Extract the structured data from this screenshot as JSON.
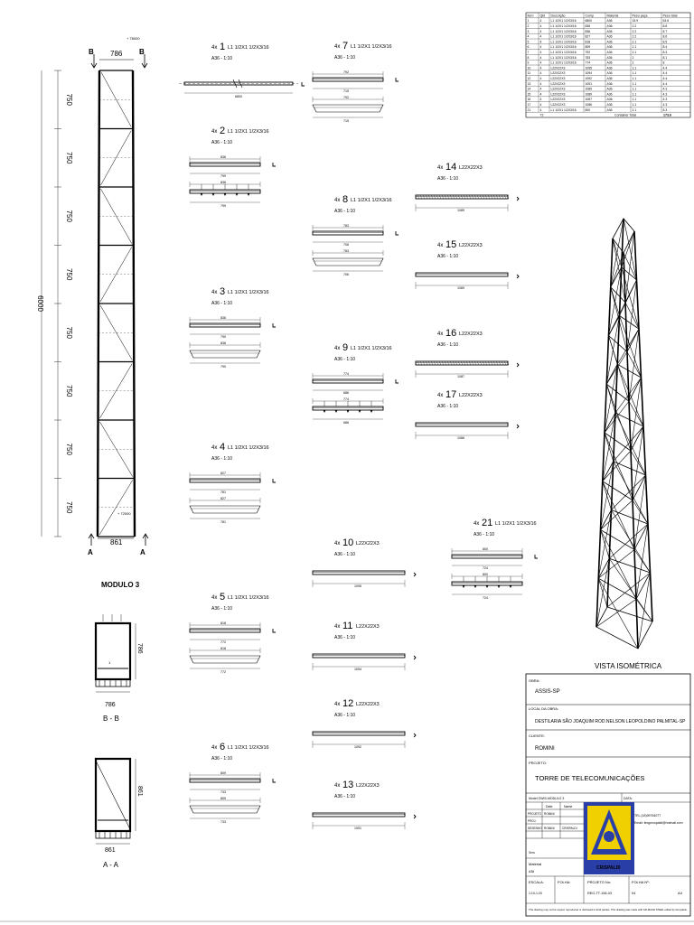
{
  "parts_table": {
    "headers": [
      "Item",
      "Qtd",
      "Descrição",
      "Comp",
      "Material",
      "Peso peça",
      "Peso total"
    ],
    "rows": [
      [
        "1",
        "4",
        "L1 1/2X1 1/2X3/16",
        "6800",
        "A36",
        "15.9",
        "63.6"
      ],
      [
        "2",
        "4",
        "L1 1/2X1 1/2X3/16",
        "836",
        "A36",
        "2.2",
        "8.8"
      ],
      [
        "3",
        "4",
        "L1 1/2X1 1/2X3/16",
        "836",
        "A36",
        "2.2",
        "8.7"
      ],
      [
        "4",
        "4",
        "L1 1/2X1 1/2X3/16",
        "827",
        "A36",
        "2.2",
        "8.6"
      ],
      [
        "5",
        "4",
        "L1 1/2X1 1/2X3/16",
        "818",
        "A36",
        "2.1",
        "8.5"
      ],
      [
        "6",
        "4",
        "L1 1/2X1 1/2X3/16",
        "809",
        "A36",
        "2.1",
        "8.4"
      ],
      [
        "7",
        "4",
        "L1 1/2X1 1/2X3/16",
        "792",
        "A36",
        "2.1",
        "8.3"
      ],
      [
        "8",
        "4",
        "L1 1/2X1 1/2X3/16",
        "783",
        "A36",
        "2",
        "8.1"
      ],
      [
        "9",
        "4",
        "L1 1/2X1 1/2X3/16",
        "774",
        "A36",
        "2",
        "8"
      ],
      [
        "10",
        "4",
        "L22X22X3",
        "1095",
        "A36",
        "1.1",
        "4.4"
      ],
      [
        "11",
        "4",
        "L22X22X3",
        "1094",
        "A36",
        "1.1",
        "4.4"
      ],
      [
        "12",
        "4",
        "L22X22X3",
        "1092",
        "A36",
        "1.1",
        "4.4"
      ],
      [
        "13",
        "4",
        "L22X22X3",
        "1091",
        "A36",
        "1.1",
        "4.4"
      ],
      [
        "14",
        "4",
        "L22X22X3",
        "1089",
        "A36",
        "1.1",
        "4.3"
      ],
      [
        "15",
        "4",
        "L22X22X3",
        "1089",
        "A36",
        "1.1",
        "4.3"
      ],
      [
        "16",
        "4",
        "L22X22X3",
        "1087",
        "A36",
        "1.1",
        "4.3"
      ],
      [
        "17",
        "4",
        "L22X22X3",
        "1086",
        "A36",
        "1.1",
        "4.3"
      ],
      [
        "21",
        "4",
        "L1 1/2X1 1/2X3/16",
        "800",
        "A36",
        "2.1",
        "8.3"
      ]
    ],
    "footer": {
      "qty": "72",
      "label": "Container Total",
      "total": "173.6"
    }
  },
  "elevation": {
    "section_b": "B",
    "section_a": "A",
    "top_width": "786",
    "bottom_width": "861",
    "total_height": "6000",
    "panel_heights": [
      "750",
      "750",
      "750",
      "750",
      "750",
      "750",
      "750",
      "750"
    ],
    "top_level": "+ 78000",
    "bottom_level": "+ 72000"
  },
  "module_label": "MODULO 3",
  "section_views": [
    {
      "dim_w": "786",
      "dim_h": "786",
      "caption": "B - B"
    },
    {
      "dim_w": "861",
      "dim_h": "861",
      "caption": "A - A"
    }
  ],
  "members": [
    {
      "qty": "4x",
      "num": "1",
      "profile": "L1 1/2X1 1/2X3/16",
      "scale": "A36 - 1:10",
      "lengths": [
        "6800"
      ]
    },
    {
      "qty": "4x",
      "num": "2",
      "profile": "L1 1/2X1 1/2X3/16",
      "scale": "A36 - 1:10",
      "lengths": [
        "836",
        "799",
        "836",
        "799"
      ]
    },
    {
      "qty": "4x",
      "num": "3",
      "profile": "L1 1/2X1 1/2X3/16",
      "scale": "A36 - 1:10",
      "lengths": [
        "836",
        "790",
        "836",
        "790"
      ]
    },
    {
      "qty": "4x",
      "num": "4",
      "profile": "L1 1/2X1 1/2X3/16",
      "scale": "A36 - 1:10",
      "lengths": [
        "827",
        "781",
        "827",
        "781"
      ]
    },
    {
      "qty": "4x",
      "num": "5",
      "profile": "L1 1/2X1 1/2X3/16",
      "scale": "A36 - 1:10",
      "lengths": [
        "818",
        "772",
        "818",
        "772"
      ]
    },
    {
      "qty": "4x",
      "num": "6",
      "profile": "L1 1/2X1 1/2X3/16",
      "scale": "A36 - 1:10",
      "lengths": [
        "809",
        "733",
        "809",
        "733"
      ]
    },
    {
      "qty": "4x",
      "num": "7",
      "profile": "L1 1/2X1 1/2X3/16",
      "scale": "A36 - 1:10",
      "lengths": [
        "792",
        "715",
        "792",
        "715"
      ]
    },
    {
      "qty": "4x",
      "num": "8",
      "profile": "L1 1/2X1 1/2X3/16",
      "scale": "A36 - 1:10",
      "lengths": [
        "783",
        "706",
        "783",
        "706"
      ]
    },
    {
      "qty": "4x",
      "num": "9",
      "profile": "L1 1/2X1 1/2X3/16",
      "scale": "A36 - 1:10",
      "lengths": [
        "774",
        "686",
        "774",
        "686"
      ]
    },
    {
      "qty": "4x",
      "num": "10",
      "profile": "L22X22X3",
      "scale": "A36 - 1:10",
      "lengths": [
        "1095"
      ]
    },
    {
      "qty": "4x",
      "num": "11",
      "profile": "L22X22X3",
      "scale": "A36 - 1:10",
      "lengths": [
        "1094"
      ]
    },
    {
      "qty": "4x",
      "num": "12",
      "profile": "L22X22X3",
      "scale": "A36 - 1:10",
      "lengths": [
        "1092"
      ]
    },
    {
      "qty": "4x",
      "num": "13",
      "profile": "L22X22X3",
      "scale": "A36 - 1:10",
      "lengths": [
        "1091"
      ]
    },
    {
      "qty": "4x",
      "num": "14",
      "profile": "L22X22X3",
      "scale": "A36 - 1:10",
      "lengths": [
        "1089"
      ]
    },
    {
      "qty": "4x",
      "num": "15",
      "profile": "L22X22X3",
      "scale": "A36 - 1:10",
      "lengths": [
        "1089"
      ]
    },
    {
      "qty": "4x",
      "num": "16",
      "profile": "L22X22X3",
      "scale": "A36 - 1:10",
      "lengths": [
        "1087"
      ]
    },
    {
      "qty": "4x",
      "num": "17",
      "profile": "L22X22X3",
      "scale": "A36 - 1:10",
      "lengths": [
        "1086"
      ]
    },
    {
      "qty": "4x",
      "num": "21",
      "profile": "L1 1/2X1 1/2X3/16",
      "scale": "A36 - 1:10",
      "lengths": [
        "800",
        "724",
        "800",
        "724"
      ]
    }
  ],
  "isometric_label": "VISTA ISOMÉTRICA",
  "title_block": {
    "obra_label": "OBRA:",
    "obra": "ASSIS-SP",
    "local_label": "LOCAL DA OBRA:",
    "local": "DESTILARIA SÃO JOAQUIM ROD.NELSON LEOPOLDINO PALMITAL-SP",
    "cliente_label": "CLIENTE:",
    "cliente": "ROMINI",
    "projeto_label": "PROJETO:",
    "projeto": "TORRE DE TELECOMUNICAÇÕES",
    "model_ref": "Model GWIS-MODULO 3",
    "data_label": "DATA:",
    "rows": [
      [
        "PROJETO",
        "ROMINI",
        ""
      ],
      [
        "PROJ.",
        "",
        ""
      ],
      [
        "DESENHO",
        "ROMINI",
        "CRISPALDI"
      ]
    ],
    "col_headers": [
      "Date",
      "Name"
    ],
    "contact_tel": "TEL.(18)99764077",
    "contact_email": "Email: tecgcrcspaldi@hotmail.com",
    "logo_text": "CRISPALDI",
    "material_label": "Material",
    "material": "A36",
    "escala_label": "ESCALA:",
    "escala": "1:10-1:20",
    "folha_label": "FOLHA:",
    "projeto_no_label": "PROJETO No:",
    "projeto_no": "REG-TT-106-03",
    "folha_no_label": "FOLHA Nº:",
    "folha_no": "04",
    "disclaimer": "This drawing may not be copied, reproduced or disclosed to third parties. This drawing was made with GD-MACE STEEL edited by itsmydesk."
  }
}
